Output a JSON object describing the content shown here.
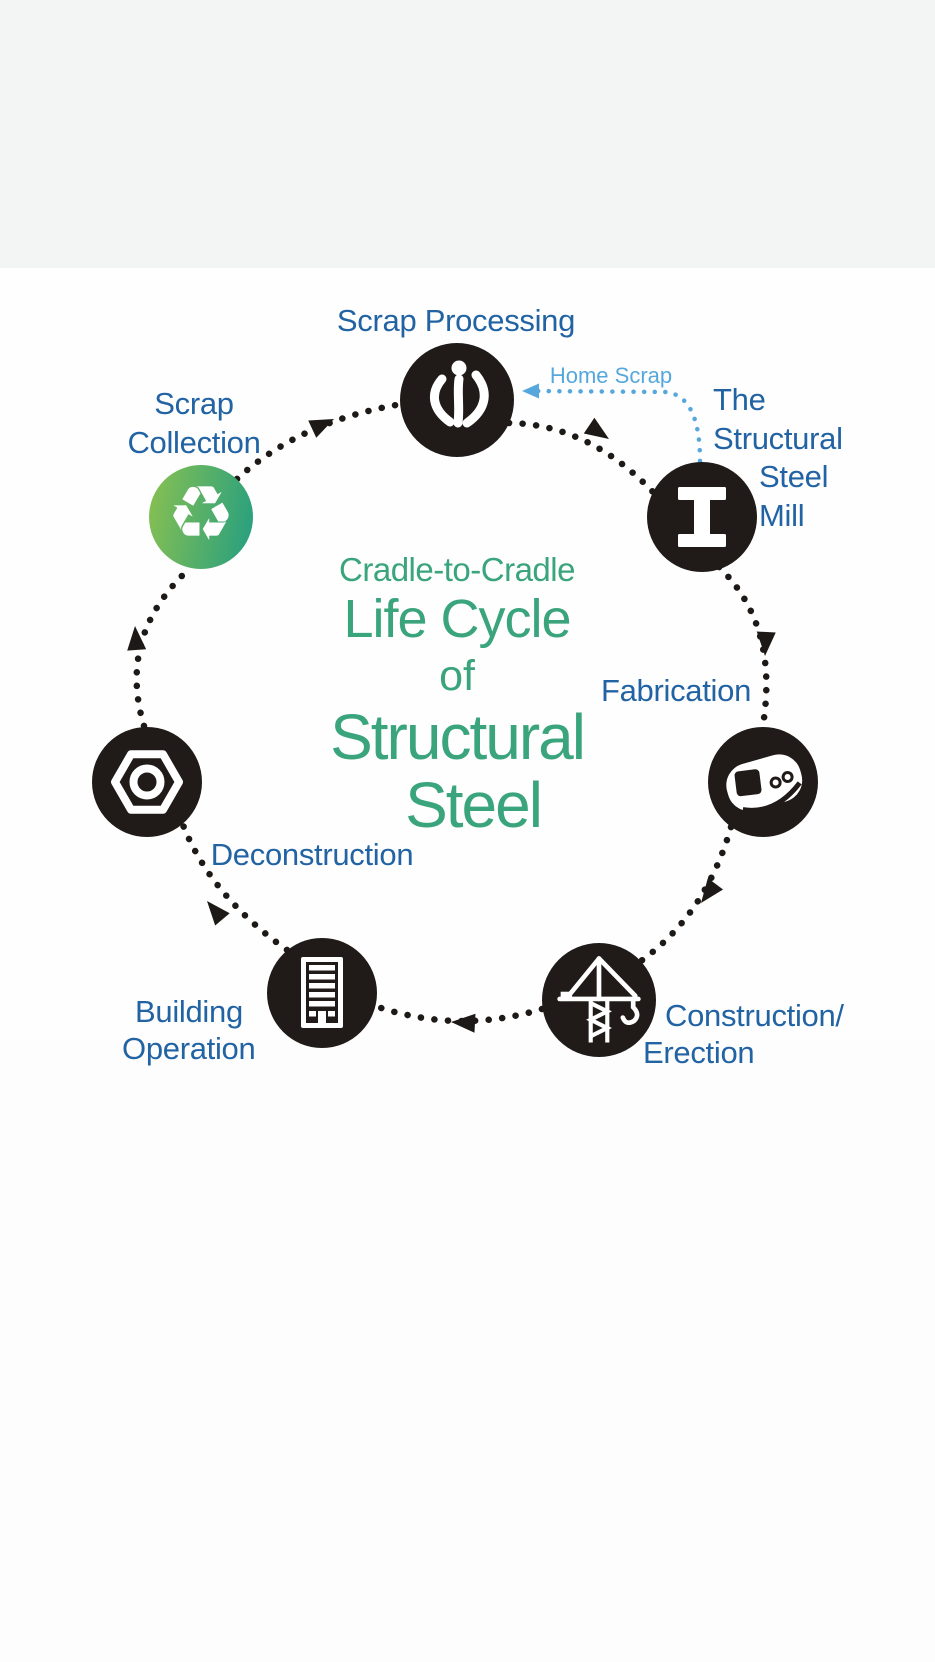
{
  "diagram": {
    "center_title": {
      "lines": [
        "Cradle-to-Cradle",
        "Life Cycle",
        "of",
        "Structural",
        "Steel"
      ],
      "color": "#3aa47d"
    },
    "flow_label": {
      "text": "Home Scrap",
      "color": "#56a8dc"
    },
    "label_color": "#2263a3",
    "node_circle_color": "#201b18",
    "recycle_gradient": [
      "#85bf53",
      "#29a07e"
    ],
    "arrow_color": "#1d1916",
    "nodes": [
      {
        "name": "scrap-processing",
        "label_lines": [
          "Scrap Processing"
        ],
        "icon": "grapple-claw-icon"
      },
      {
        "name": "structural-steel-mill",
        "label_lines": [
          "The",
          "Structural",
          "Steel",
          "Mill"
        ],
        "icon": "i-beam-icon"
      },
      {
        "name": "fabrication",
        "label_lines": [
          "Fabrication"
        ],
        "icon": "welding-helmet-icon"
      },
      {
        "name": "construction-erection",
        "label_lines": [
          "Construction/",
          "Erection"
        ],
        "icon": "tower-crane-icon"
      },
      {
        "name": "building-operation",
        "label_lines": [
          "Building",
          "Operation"
        ],
        "icon": "office-building-icon"
      },
      {
        "name": "deconstruction",
        "label_lines": [
          "Deconstruction"
        ],
        "icon": "hex-nut-icon"
      },
      {
        "name": "scrap-collection",
        "label_lines": [
          "Scrap",
          "Collection"
        ],
        "icon": "recycle-icon",
        "glyph": "♻"
      }
    ]
  }
}
